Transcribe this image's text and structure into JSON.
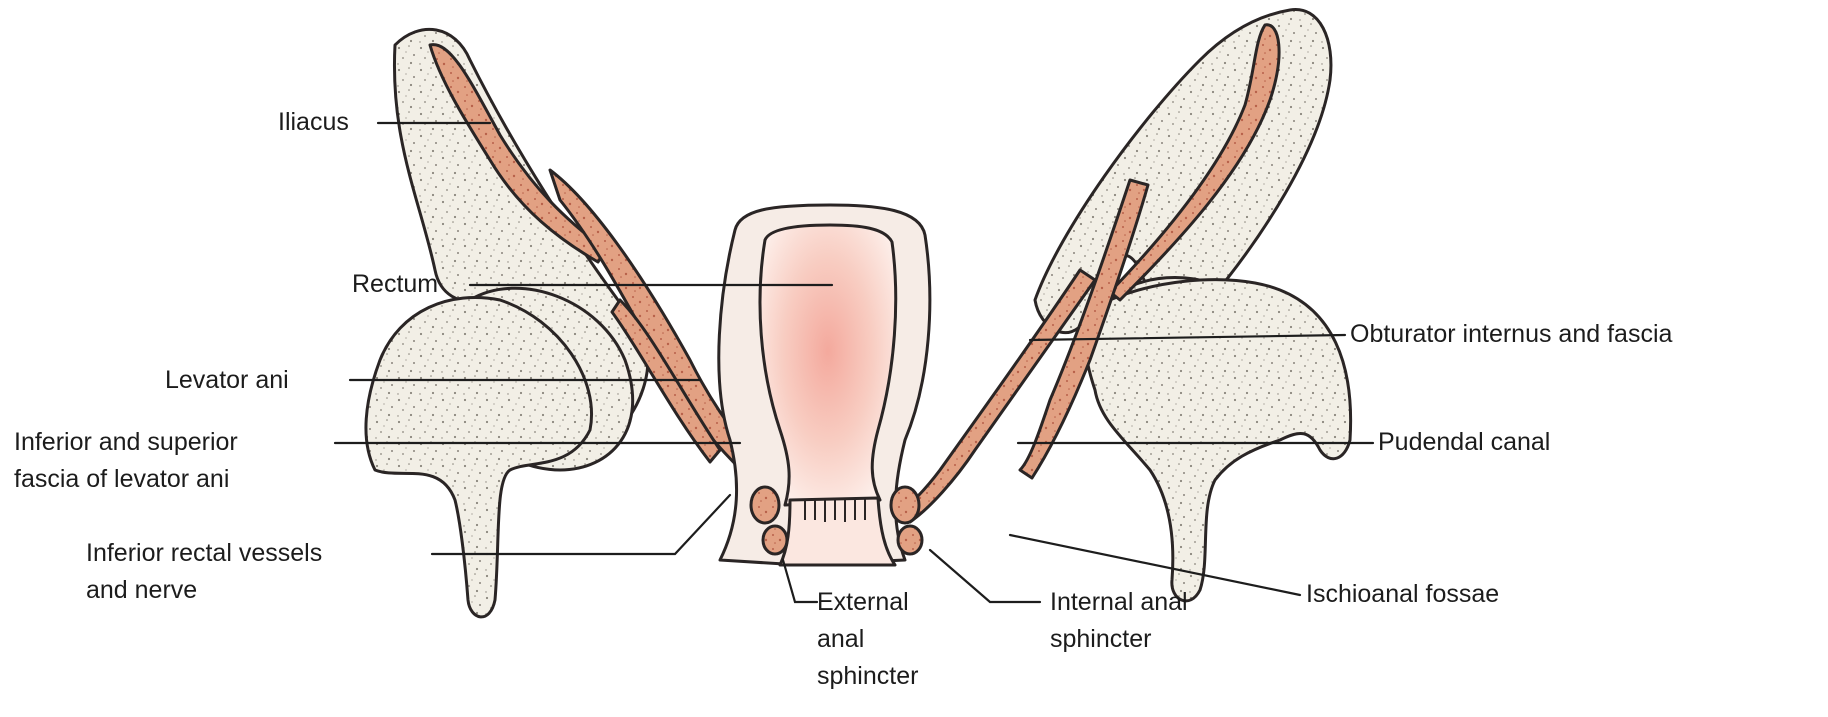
{
  "labels": {
    "iliacus": "Iliacus",
    "rectum": "Rectum",
    "obturator": "Obturator internus and fascia",
    "levator_ani": "Levator ani",
    "fascia_line1": "Inferior and superior",
    "fascia_line2": "fascia of levator ani",
    "pudendal_canal": "Pudendal canal",
    "rectal_vessels_line1": "Inferior rectal vessels",
    "rectal_vessels_line2": "and nerve",
    "ischioanal": "Ischioanal fossae",
    "external_line1": "External",
    "external_line2": "anal",
    "external_line3": "sphincter",
    "internal_line1": "Internal anal",
    "internal_line2": "sphincter"
  },
  "colors": {
    "bone": "#f2efe6",
    "bone_stipple": "#7d7870",
    "muscle": "#e2a183",
    "muscle_dark": "#b8614a",
    "rectum_pink": "#f1b4a6",
    "rectum_light": "#fbe3dc",
    "outline": "#2a2525"
  }
}
